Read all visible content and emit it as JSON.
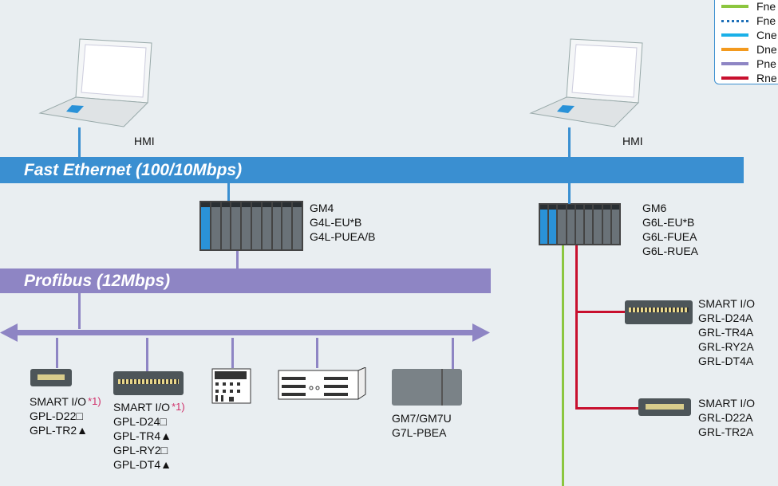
{
  "legend": {
    "items": [
      {
        "label": "Fne",
        "color": "#8cc63f",
        "style": "solid"
      },
      {
        "label": "Fne",
        "color": "#1d6fb8",
        "style": "dotted"
      },
      {
        "label": "Cne",
        "color": "#1ab0e8",
        "style": "solid"
      },
      {
        "label": "Dne",
        "color": "#f39a1e",
        "style": "solid"
      },
      {
        "label": "Pne",
        "color": "#8e85c4",
        "style": "solid"
      },
      {
        "label": "Rne",
        "color": "#c8102e",
        "style": "solid"
      }
    ]
  },
  "networks": {
    "ethernet": {
      "label": "Fast Ethernet (100/10Mbps)",
      "color": "#3a8fd1"
    },
    "profibus": {
      "label": "Profibus (12Mbps)",
      "color": "#8e85c4"
    }
  },
  "hmi_left": {
    "label": "HMI",
    "icon": "laptop-icon"
  },
  "hmi_right": {
    "label": "HMI",
    "icon": "laptop-icon"
  },
  "gm4": {
    "lines": [
      "GM4",
      "G4L-EU*B",
      "G4L-PUEA/B"
    ]
  },
  "gm6": {
    "lines": [
      "GM6",
      "G6L-EU*B",
      "G6L-FUEA",
      "G6L-RUEA"
    ]
  },
  "profibus_devices": {
    "smart_io_1": {
      "lines": [
        "SMART I/O",
        "GPL-D22□",
        "GPL-TR2▲"
      ],
      "note": "*1)"
    },
    "smart_io_2": {
      "lines": [
        "SMART I/O",
        "GPL-D24□",
        "GPL-TR4▲",
        "GPL-RY2□",
        "GPL-DT4▲"
      ],
      "note": "*1)"
    },
    "gm7": {
      "lines": [
        "GM7/GM7U",
        "G7L-PBEA"
      ]
    }
  },
  "rnet_devices": {
    "smart_io_a": {
      "lines": [
        "SMART I/O",
        "GRL-D24A",
        "GRL-TR4A",
        "GRL-RY2A",
        "GRL-DT4A"
      ]
    },
    "smart_io_b": {
      "lines": [
        "SMART I/O",
        "GRL-D22A",
        "GRL-TR2A"
      ]
    }
  },
  "colors": {
    "fnet": "#8cc63f",
    "rnet": "#c8102e",
    "ethernet_drop": "#3a8fd1",
    "profibus_drop": "#8e85c4"
  }
}
